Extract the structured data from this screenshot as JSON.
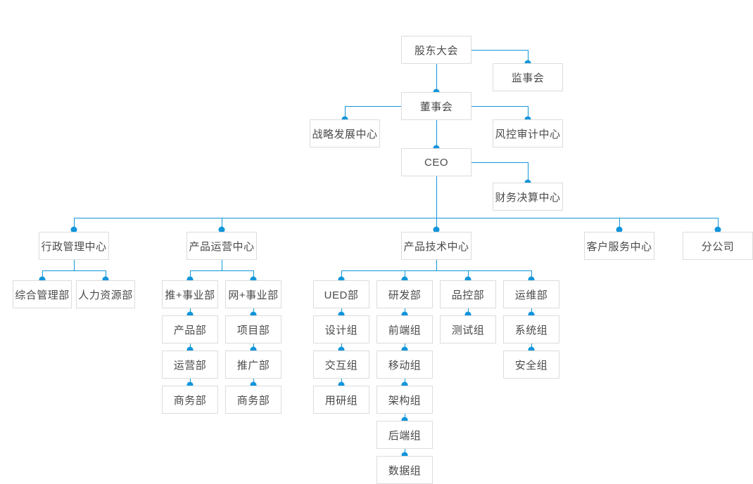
{
  "theme": {
    "connector_color": "#1296db",
    "box_border_color": "#dcdcdc",
    "box_background": "#ffffff",
    "text_color": "#4a4a4a",
    "page_background": "#ffffff"
  },
  "chart_data": {
    "type": "diagram",
    "diagram_kind": "organizational-chart",
    "title": "",
    "orientation": "top-down",
    "node_count": 36,
    "levels": [
      "股东大会",
      "董事会",
      "CEO",
      "中心 (divisions)",
      "部 (departments)",
      "组 (groups)"
    ]
  },
  "nodes": {
    "shareholders_meeting": "股东大会",
    "supervisory_board": "监事会",
    "board_of_directors": "董事会",
    "strategy_development_center": "战略发展中心",
    "risk_audit_center": "风控审计中心",
    "ceo": "CEO",
    "finance_settlement_center": "财务决算中心",
    "admin_management_center": "行政管理中心",
    "product_operation_center": "产品运营中心",
    "product_technology_center": "产品技术中心",
    "customer_service_center": "客户服务中心",
    "branch_company": "分公司"
  },
  "admin_children": [
    {
      "id": "general-management-dept",
      "label": "综合管理部"
    },
    {
      "id": "human-resources-dept",
      "label": "人力资源部"
    }
  ],
  "operation_columns": [
    {
      "id": "tui-plus-division",
      "items": [
        {
          "id": "tui-plus-division",
          "label": "推+事业部"
        },
        {
          "id": "product-dept",
          "label": "产品部"
        },
        {
          "id": "operation-dept",
          "label": "运营部"
        },
        {
          "id": "business-dept",
          "label": "商务部"
        }
      ]
    },
    {
      "id": "wang-plus-division",
      "items": [
        {
          "id": "wang-plus-division",
          "label": "网+事业部"
        },
        {
          "id": "project-dept",
          "label": "项目部"
        },
        {
          "id": "promotion-dept",
          "label": "推广部"
        },
        {
          "id": "business-dept-2",
          "label": "商务部"
        }
      ]
    }
  ],
  "technology_columns": [
    {
      "id": "ued-dept",
      "items": [
        {
          "id": "ued-dept",
          "label": "UED部"
        },
        {
          "id": "design-group",
          "label": "设计组"
        },
        {
          "id": "interaction-group",
          "label": "交互组"
        },
        {
          "id": "user-research-group",
          "label": "用研组"
        }
      ]
    },
    {
      "id": "rd-dept",
      "items": [
        {
          "id": "rd-dept",
          "label": "研发部"
        },
        {
          "id": "frontend-group",
          "label": "前端组"
        },
        {
          "id": "mobile-group",
          "label": "移动组"
        },
        {
          "id": "architecture-group",
          "label": "架构组"
        },
        {
          "id": "backend-group",
          "label": "后端组"
        },
        {
          "id": "data-group",
          "label": "数据组"
        }
      ]
    },
    {
      "id": "qc-dept",
      "items": [
        {
          "id": "qc-dept",
          "label": "品控部"
        },
        {
          "id": "testing-group",
          "label": "测试组"
        }
      ]
    },
    {
      "id": "ops-dept",
      "items": [
        {
          "id": "ops-dept",
          "label": "运维部"
        },
        {
          "id": "system-group",
          "label": "系统组"
        },
        {
          "id": "security-group",
          "label": "安全组"
        }
      ]
    }
  ]
}
